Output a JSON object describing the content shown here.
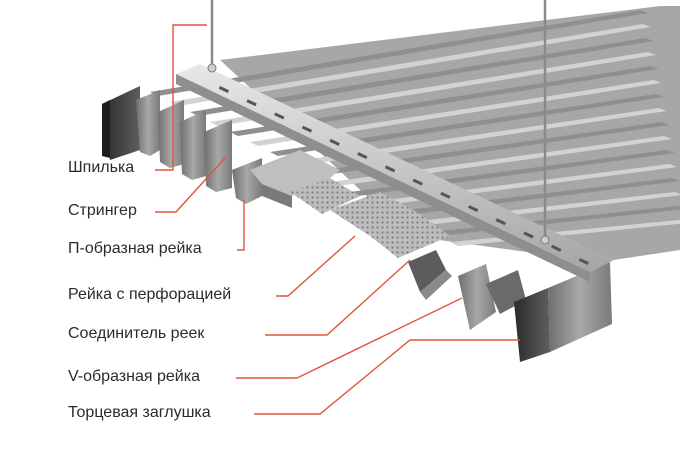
{
  "labels": [
    "Шпилька",
    "Стрингер",
    "П-образная рейка",
    "Рейка с перфорацией",
    "Соединитель реек",
    "V-образная рейка",
    "Торцевая заглушка"
  ],
  "colors": {
    "leader": "#e0563c",
    "metal_light": "#d9d9d9",
    "metal_mid": "#9a9a9a",
    "metal_dark": "#4a4a4a",
    "text": "#2b2b2b"
  }
}
